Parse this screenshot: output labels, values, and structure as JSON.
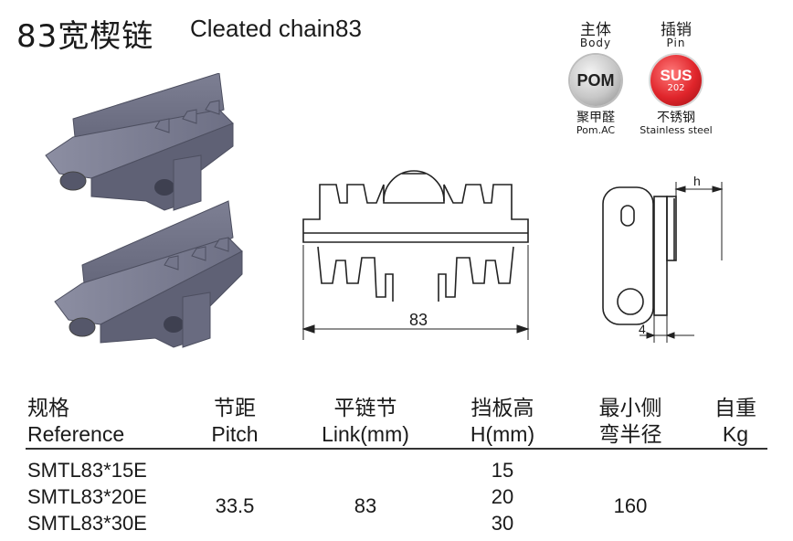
{
  "title": {
    "cn": "83宽楔链",
    "en": "Cleated chain83"
  },
  "materials": [
    {
      "label": "主体",
      "sub": "Body",
      "badge": "POM",
      "badge_sub": "",
      "name_cn": "聚甲醛",
      "name_en": "Pom.AC",
      "color": "#c7c7c7"
    },
    {
      "label": "插销",
      "sub": "Pin",
      "badge": "SUS",
      "badge_sub": "202",
      "name_cn": "不锈钢",
      "name_en": "Stainless steel",
      "color": "#e0252b"
    }
  ],
  "drawing": {
    "link_dim": "83",
    "h_dim": "h",
    "w_dim": "4"
  },
  "table": {
    "headers": [
      {
        "cn": "规格",
        "en": "Reference"
      },
      {
        "cn": "节距",
        "en": "Pitch"
      },
      {
        "cn": "平链节",
        "en": "Link(mm)"
      },
      {
        "cn": "挡板高",
        "en": "H(mm)"
      },
      {
        "cn": "最小侧",
        "en": "弯半径"
      },
      {
        "cn": "自重",
        "en": "Kg"
      }
    ],
    "references": [
      "SMTL83*15E",
      "SMTL83*20E",
      "SMTL83*30E"
    ],
    "pitch": "33.5",
    "link": "83",
    "heights": [
      "15",
      "20",
      "30"
    ],
    "radius": "160"
  }
}
